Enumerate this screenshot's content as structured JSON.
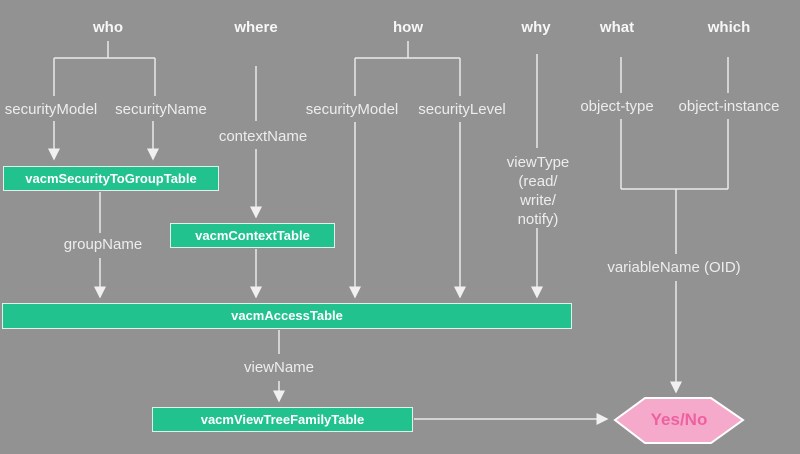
{
  "headers": {
    "who": "who",
    "where": "where",
    "how": "how",
    "why": "why",
    "what": "what",
    "which": "which"
  },
  "fields": {
    "securityModel1": "securityModel",
    "securityName": "securityName",
    "contextName": "contextName",
    "securityModel2": "securityModel",
    "securityLevel": "securityLevel",
    "viewType": "viewType\n(read/\nwrite/\nnotify)",
    "objectType": "object-type",
    "objectInstance": "object-instance",
    "groupName": "groupName",
    "viewName": "viewName",
    "variableName": "variableName (OID)"
  },
  "tables": {
    "securityToGroup": "vacmSecurityToGroupTable",
    "context": "vacmContextTable",
    "access": "vacmAccessTable",
    "viewTreeFamily": "vacmViewTreeFamilyTable"
  },
  "decision": {
    "label": "Yes/No"
  },
  "colors": {
    "background": "#929292",
    "table_fill": "#21c28e",
    "table_border": "#dff2ea",
    "table_text": "#ffffff",
    "line": "#e9e9e9",
    "label_text": "#ededed",
    "hexagon_fill": "#f6aacb",
    "hexagon_border": "#ffffff",
    "hexagon_text": "#ee609f"
  }
}
